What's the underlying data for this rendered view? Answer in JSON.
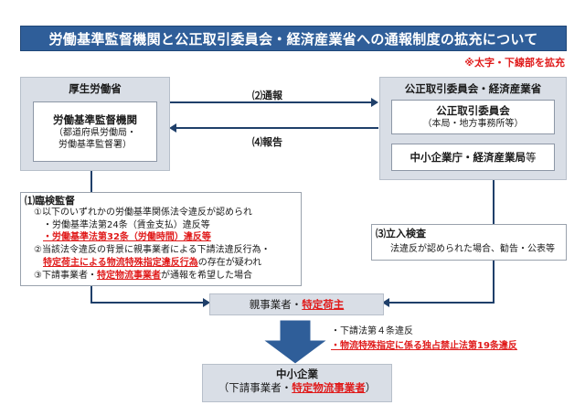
{
  "header": {
    "title": "労働基準監督機関と公正取引委員会・経済産業省への通報制度の拡充について",
    "note": "※太字・下線部を拡充"
  },
  "mhlw": {
    "title": "厚生労働省",
    "box_title": "労働基準監督機関",
    "box_sub1": "（都道府県労働局・",
    "box_sub2": "労働基準監督署）"
  },
  "arrows": {
    "report_to": "⑵通報",
    "report_back": "⑷報告"
  },
  "jftc": {
    "title": "公正取引委員会・経済産業省",
    "box1_title": "公正取引委員会",
    "box1_sub": "（本局・地方事務所等）",
    "box2_title": "中小企業庁・経済産業局",
    "box2_suffix": "等"
  },
  "inspection": {
    "heading": "⑴臨検監督",
    "line1": "①以下のいずれかの労働基準関係法令違反が認められ",
    "line2": "・労働基準法第24条（賃金支払）違反等",
    "line3": "・労働基準法第32条（労働時間）違反等",
    "line4": "②当該法令違反の背景に親事業者による下請法違反行為・",
    "line5": "特定荷主による物流特殊指定違反行為",
    "line5_suffix": "の存在が疑われ",
    "line6_prefix": "③下請事業者・",
    "line6_red": "特定物流事業者",
    "line6_suffix": "が通報を希望した場合"
  },
  "on_site": {
    "heading": "⑶立入検査",
    "line": "法違反が認められた場合、勧告・公表等"
  },
  "parent": {
    "prefix": "親事業者・",
    "red": "特定荷主"
  },
  "violations": {
    "line1": "・下請法第４条違反",
    "line2": "・物流特殊指定に係る独占禁止法第19条違反"
  },
  "sme": {
    "title": "中小企業",
    "sub_prefix": "（下請事業者・",
    "sub_red": "特定物流事業者",
    "sub_suffix": "）"
  },
  "colors": {
    "title_bg": "#2f5e99",
    "accent_red": "#e01b1b",
    "panel_gray": "#d9dee6",
    "arrow_blue": "#2f5e99"
  }
}
